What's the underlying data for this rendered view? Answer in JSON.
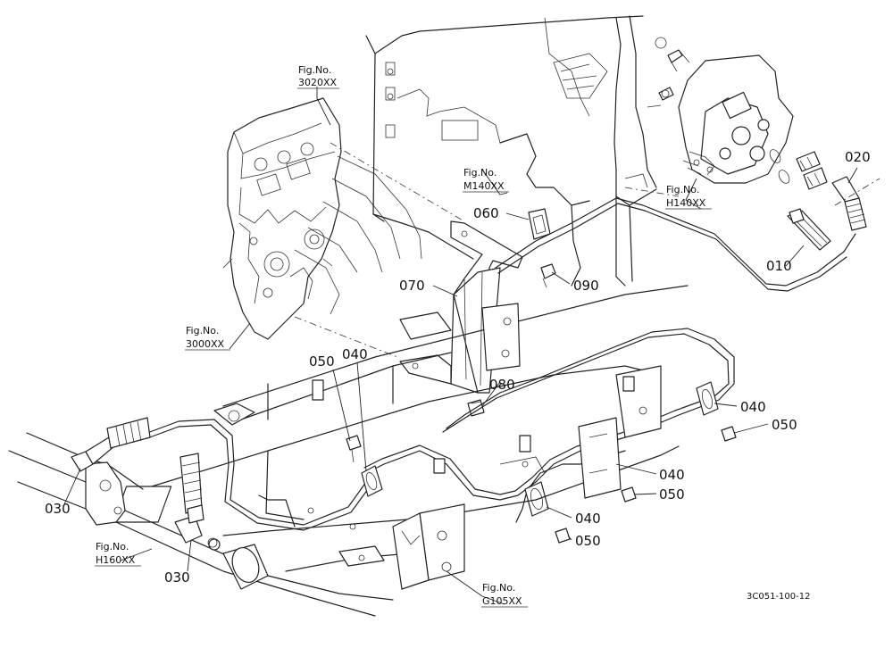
{
  "diagram_code": "3C051-100-12",
  "figure_refs": [
    {
      "id": "fig-3020",
      "line1": "Fig.No.",
      "line2": "3020XX"
    },
    {
      "id": "fig-m140",
      "line1": "Fig.No.",
      "line2": "M140XX"
    },
    {
      "id": "fig-h140",
      "line1": "Fig.No.",
      "line2": "H140XX"
    },
    {
      "id": "fig-3000",
      "line1": "Fig.No.",
      "line2": "3000XX"
    },
    {
      "id": "fig-h160",
      "line1": "Fig.No.",
      "line2": "H160XX"
    },
    {
      "id": "fig-g105",
      "line1": "Fig.No.",
      "line2": "G105XX"
    }
  ],
  "callouts": [
    {
      "id": "c020",
      "label": "020"
    },
    {
      "id": "c060",
      "label": "060"
    },
    {
      "id": "c010",
      "label": "010"
    },
    {
      "id": "c070",
      "label": "070"
    },
    {
      "id": "c090",
      "label": "090"
    },
    {
      "id": "c050a",
      "label": "050"
    },
    {
      "id": "c040a",
      "label": "040"
    },
    {
      "id": "c080",
      "label": "080"
    },
    {
      "id": "c040b",
      "label": "040"
    },
    {
      "id": "c050b",
      "label": "050"
    },
    {
      "id": "c040c",
      "label": "040"
    },
    {
      "id": "c050c",
      "label": "050"
    },
    {
      "id": "c040d",
      "label": "040"
    },
    {
      "id": "c050d",
      "label": "050"
    },
    {
      "id": "c030a",
      "label": "030"
    },
    {
      "id": "c030b",
      "label": "030"
    }
  ]
}
